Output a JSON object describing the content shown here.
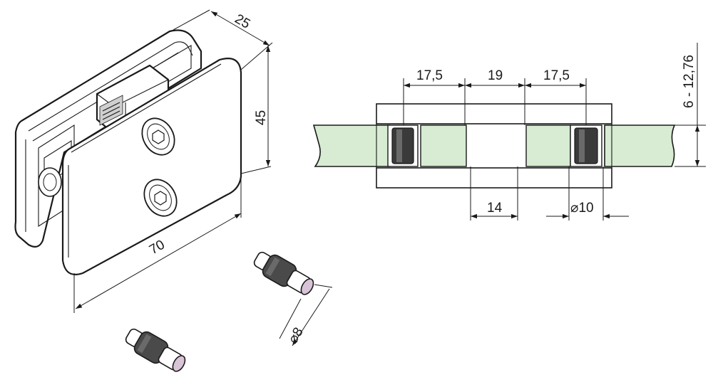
{
  "colors": {
    "line": "#1a1a1a",
    "glass": "#d7ecd2",
    "rubber_dark": "#3a3a3a",
    "rubber_mid": "#6a6a6a",
    "pin_face": "#d8c4d6"
  },
  "isometric_view": {
    "dim_depth": "25",
    "dim_height": "45",
    "dim_length": "70",
    "dim_pin_diameter": "⌀8"
  },
  "section_view": {
    "dim_left_offset": "17,5",
    "dim_center_gap": "19",
    "dim_right_offset": "17,5",
    "dim_glass_thickness": "6 - 12,76",
    "dim_bottom_gap": "14",
    "dim_pin_diameter": "⌀10"
  }
}
